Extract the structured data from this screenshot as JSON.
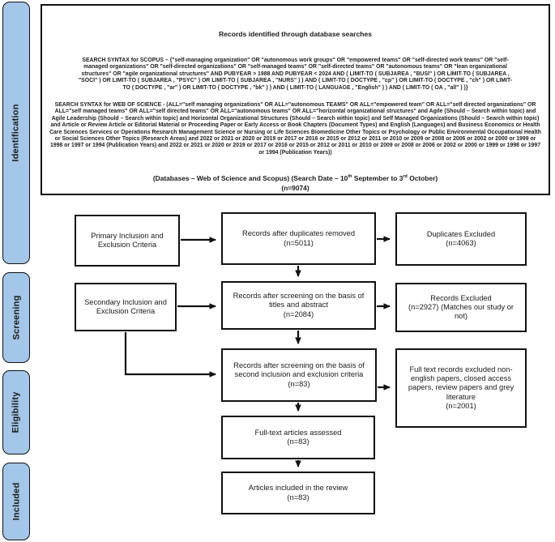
{
  "sidebar": {
    "stages": [
      {
        "label": "Identification"
      },
      {
        "label": "Screening"
      },
      {
        "label": "Eligibility"
      },
      {
        "label": "Included"
      }
    ]
  },
  "identification_box": {
    "title": "Records identified through database searches",
    "scopus_syntax": "SEARCH SYNTAX for SCOPUS – {\"self-managing organization\" OR \"autonomous work groups\" OR \"empowered teams\" OR \"self-directed work teams\" OR \"self-managed organizations\" OR \"self-directed organizations\" OR \"self-managed teams\" OR \"self-directed teams\" OR \"autonomous teams\" OR \"lean organizational structures\" OR \"agile organizational structures\" AND PUBYEAR > 1988 AND PUBYEAR < 2024 AND ( LIMIT-TO ( SUBJAREA , \"BUSI\" ) OR LIMIT-TO ( SUBJAREA , \"SOCI\" ) OR LIMIT-TO ( SUBJAREA , \"PSYC\" ) OR LIMIT-TO ( SUBJAREA , \"NURS\" ) ) AND ( LIMIT-TO ( DOCTYPE , \"cp\" ) OR LIMIT-TO ( DOCTYPE , \"ch\" ) OR LIMIT-TO ( DOCTYPE , \"ar\" ) OR LIMIT-TO ( DOCTYPE , \"bk\" ) ) AND ( LIMIT-TO ( LANGUAGE , \"English\" ) ) AND ( LIMIT-TO ( OA , \"all\" ) )}",
    "wos_syntax": "SEARCH SYNTAX for WEB OF SCIENCE - (ALL=\"self managing organizations\" OR ALL=\"autonomous TEAMS\" OR ALL=\"empowered team\" OR ALL=\"self directed organizations\" OR ALL=\"self managed teams\" OR ALL=\"self directed teams\" OR ALL=\"autonomous teams\" OR ALL=\"horizontal organizational structures\" and Agile (Should – Search within topic) and Agile Leadership (Should – Search within topic) and Horizontal Organizational Structures (Should – Search within topic) and Self Managed Organizations (Should – Search within topic) and Article or Review Article or Editorial Material or Proceeding Paper or Early Access or Book Chapters (Document Types) and English (Languages) and Business Economics or Health Care Sciences Services or Operations Research Management Science or Nursing or Life Sciences Biomedicine Other Topics or Psychology or Public Environmental Occupational Health or Social Sciences Other Topics (Research Areas) and 2022 or 2021 or 2020 or 2019 or 2017 or 2016 or 2015 or 2012 or 2011 or 2010 or 2009 or 2008 or 2006 or 2002 or 2000 or 1999 or 1998 or 1997 or 1994 (Publication Years) and 2022 or 2021 or 2020 or 2019 or 2017 or 2016 or 2015 or 2012 or 2011 or 2010 or 2009 or 2008 or 2006 or 2002 or 2000 or 1999 or 1998 or 1997 or 1994 (Publication Years))",
    "footer": {
      "prefix": "(Databases – Web of Science and Scopus) (Search Date – 10",
      "sup1": "th",
      "mid": " September to 3",
      "sup2": "rd",
      "suffix": " October)",
      "count": "(n=9074)"
    }
  },
  "flow": {
    "primary_criteria": {
      "label": "Primary Inclusion and Exclusion Criteria"
    },
    "duplicates_removed": {
      "label": "Records after duplicates removed",
      "count": "(n=5011)"
    },
    "duplicates_excluded": {
      "label": "Duplicates Excluded",
      "count": "(n=4063)"
    },
    "secondary_criteria": {
      "label": "Secondary Inclusion and Exclusion Criteria"
    },
    "titles_abstract_screening": {
      "label": "Records after screening on the basis of titles and abstract",
      "count": "(n=2084)"
    },
    "records_excluded": {
      "label": "Records Excluded",
      "count": "(n=2927) (Matches our study or not)"
    },
    "second_criteria_screening": {
      "label": "Records after screening on the basis of second inclusion and exclusion criteria",
      "count": "(n=83)"
    },
    "fulltext_excluded": {
      "label": "Full text records excluded non-english papers, closed access papers, review papers and grey literature",
      "count": "(n=2001)"
    },
    "fulltext_assessed": {
      "label": "Full-text articles assessed",
      "count": "(n=83)"
    },
    "included_in_review": {
      "label": "Articles included in the review",
      "count": "(n=83)"
    }
  },
  "colors": {
    "stage_fill": "#a4c6e8",
    "line": "#111111",
    "box_fill": "#ffffff"
  }
}
